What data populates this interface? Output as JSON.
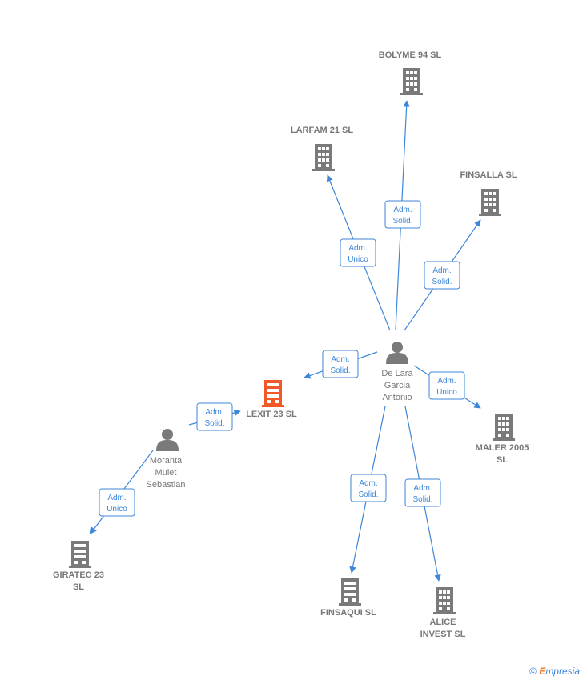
{
  "colors": {
    "edge": "#3d86d8",
    "node_gray": "#7a7a7a",
    "node_main": "#f05a28",
    "label": "#777777"
  },
  "persons": [
    {
      "id": "delara",
      "lines": [
        "De Lara",
        "Garcia",
        "Antonio"
      ]
    },
    {
      "id": "moranta",
      "lines": [
        "Moranta",
        "Mulet",
        "Sebastian"
      ]
    }
  ],
  "companies": [
    {
      "id": "bolyme",
      "lines": [
        "BOLYME 94 SL"
      ]
    },
    {
      "id": "larfam",
      "lines": [
        "LARFAM 21  SL"
      ]
    },
    {
      "id": "finsalla",
      "lines": [
        "FINSALLA SL"
      ]
    },
    {
      "id": "lexit",
      "lines": [
        "LEXIT 23  SL"
      ],
      "main": true
    },
    {
      "id": "maler",
      "lines": [
        "MALER 2005",
        "SL"
      ]
    },
    {
      "id": "giratec",
      "lines": [
        "GIRATEC 23",
        "SL"
      ]
    },
    {
      "id": "finsaqui",
      "lines": [
        "FINSAQUI SL"
      ]
    },
    {
      "id": "alice",
      "lines": [
        "ALICE",
        "INVEST SL"
      ]
    }
  ],
  "edges": [
    {
      "from": "delara",
      "to": "bolyme",
      "lines": [
        "Adm.",
        "Solid."
      ]
    },
    {
      "from": "delara",
      "to": "larfam",
      "lines": [
        "Adm.",
        "Unico"
      ]
    },
    {
      "from": "delara",
      "to": "finsalla",
      "lines": [
        "Adm.",
        "Solid."
      ]
    },
    {
      "from": "delara",
      "to": "lexit",
      "lines": [
        "Adm.",
        "Solid."
      ]
    },
    {
      "from": "delara",
      "to": "maler",
      "lines": [
        "Adm.",
        "Unico"
      ]
    },
    {
      "from": "delara",
      "to": "finsaqui",
      "lines": [
        "Adm.",
        "Solid."
      ]
    },
    {
      "from": "delara",
      "to": "alice",
      "lines": [
        "Adm.",
        "Solid."
      ]
    },
    {
      "from": "moranta",
      "to": "lexit",
      "lines": [
        "Adm.",
        "Solid."
      ]
    },
    {
      "from": "moranta",
      "to": "giratec",
      "lines": [
        "Adm.",
        "Unico"
      ]
    }
  ],
  "brand": {
    "copyright": "©",
    "e": "E",
    "rest": "mpresia"
  }
}
